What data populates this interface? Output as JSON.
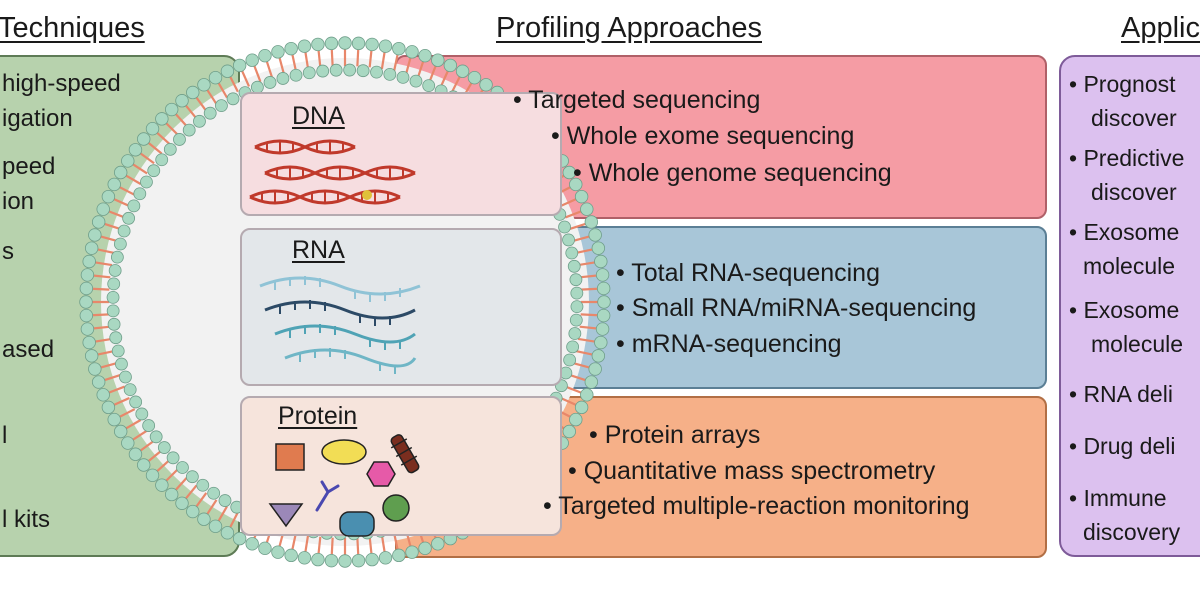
{
  "headings": {
    "left": "Techniques",
    "middle": "Profiling Approaches",
    "right": "Applic"
  },
  "techniques": [
    "high-speed",
    "igation",
    "peed",
    "ion",
    "s",
    "ased",
    "l",
    "l kits"
  ],
  "molecules": {
    "dna": "DNA",
    "rna": "RNA",
    "protein": "Protein"
  },
  "approaches": {
    "dna": [
      "• Targeted sequencing",
      "• Whole exome sequencing",
      "• Whole genome sequencing"
    ],
    "rna": [
      "• Total RNA-sequencing",
      "• Small RNA/miRNA-sequencing",
      "• mRNA-sequencing"
    ],
    "protein": [
      "• Protein arrays",
      "• Quantitative mass spectrometry",
      "• Targeted multiple-reaction monitoring"
    ]
  },
  "applications": [
    "• Prognost",
    "discover",
    "• Predictive",
    "discover",
    "• Exosome",
    "molecule",
    "• Exosome",
    "molecule",
    "• RNA deli",
    "• Drug deli",
    "• Immune",
    "discovery"
  ],
  "colors": {
    "dna_band": "#f59ca4",
    "rna_band": "#a8c6d8",
    "protein_band": "#f6b088",
    "techniques_panel": "#b7d2ad",
    "applications_panel": "#dcc1ef",
    "membrane_tail": "#e8876a",
    "membrane_head": "#a9d8c2"
  }
}
